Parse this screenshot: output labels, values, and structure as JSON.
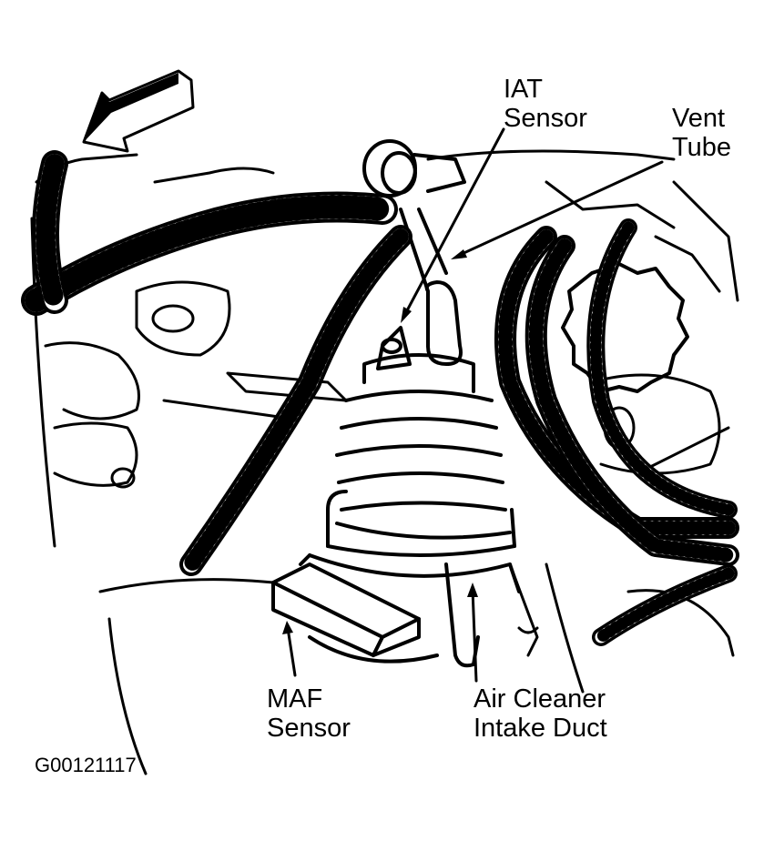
{
  "labels": {
    "iat": [
      "IAT",
      "Sensor"
    ],
    "vent": [
      "Vent",
      "Tube"
    ],
    "maf": [
      "MAF",
      "Sensor"
    ],
    "duct": [
      "Air Cleaner",
      "Intake Duct"
    ]
  },
  "figure_code": "G00121117",
  "colors": {
    "ink": "#000000",
    "paper": "#ffffff"
  },
  "icons": {
    "direction": "front-direction-arrow-icon"
  }
}
